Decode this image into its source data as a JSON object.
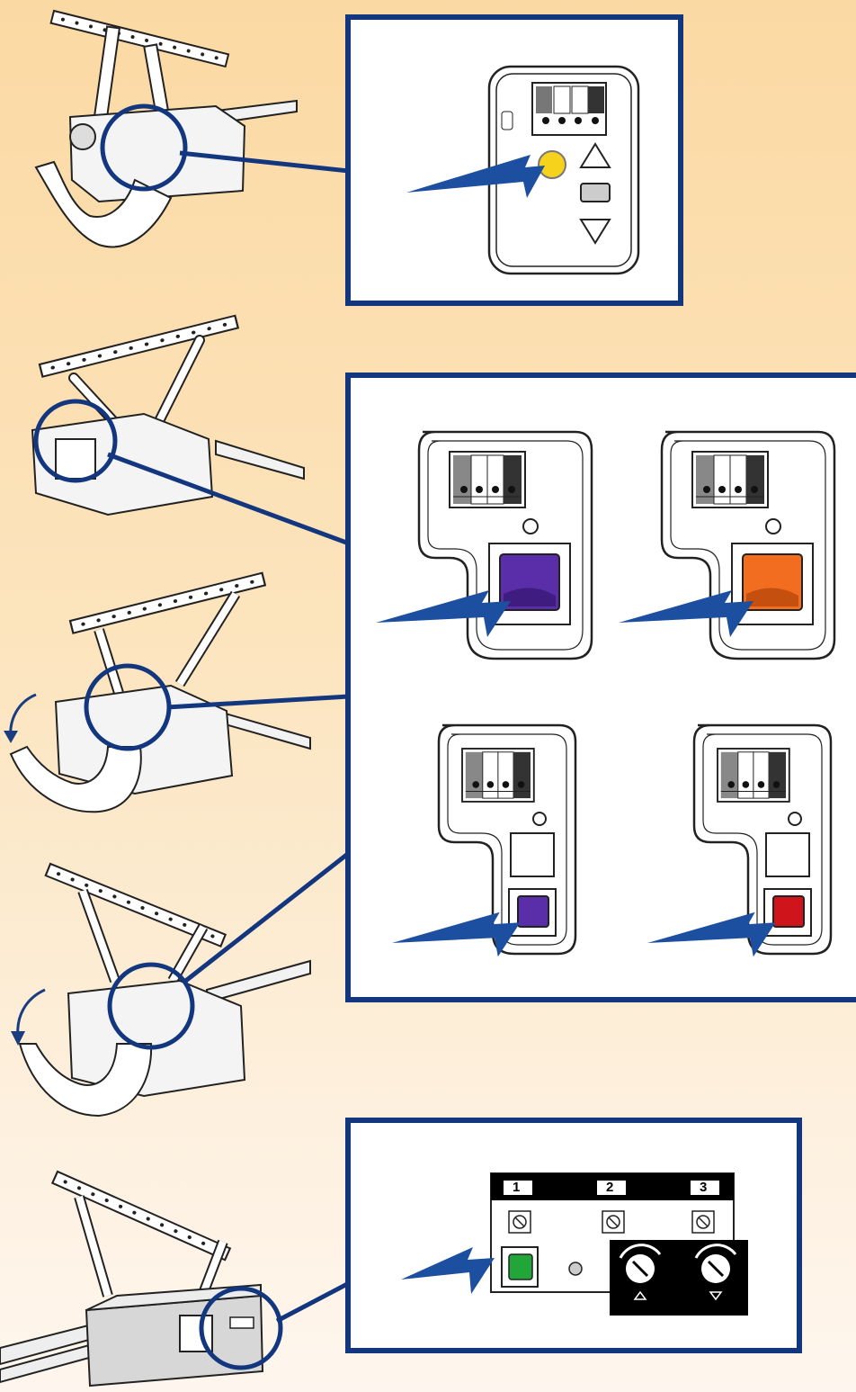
{
  "colors": {
    "frame": "#13377f",
    "arrow": "#1c4fa0",
    "learn_yellow": "#f7d21c",
    "learn_purple": "#5a2ea8",
    "learn_orange": "#f26d1f",
    "learn_red": "#d0141c",
    "learn_green": "#22a63a"
  },
  "panels": {
    "first": {
      "button": "yellow-learn-button"
    },
    "second": {
      "buttons": [
        "purple-learn-button",
        "orange-learn-button",
        "purple-learn-button",
        "red-learn-button"
      ]
    },
    "third": {
      "terminal_labels": [
        "1",
        "2",
        "3"
      ],
      "button": "green-learn-button"
    }
  }
}
